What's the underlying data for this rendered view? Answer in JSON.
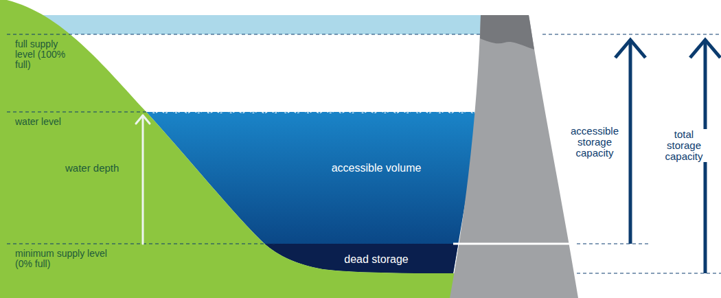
{
  "diagram": {
    "labels": [
      "full supply level (100% full)",
      "water level",
      "water depth",
      "accessible volume",
      "minimum supply level (0% full)",
      "dead storage",
      "accessible storage capacity",
      "total storage capacity"
    ]
  }
}
